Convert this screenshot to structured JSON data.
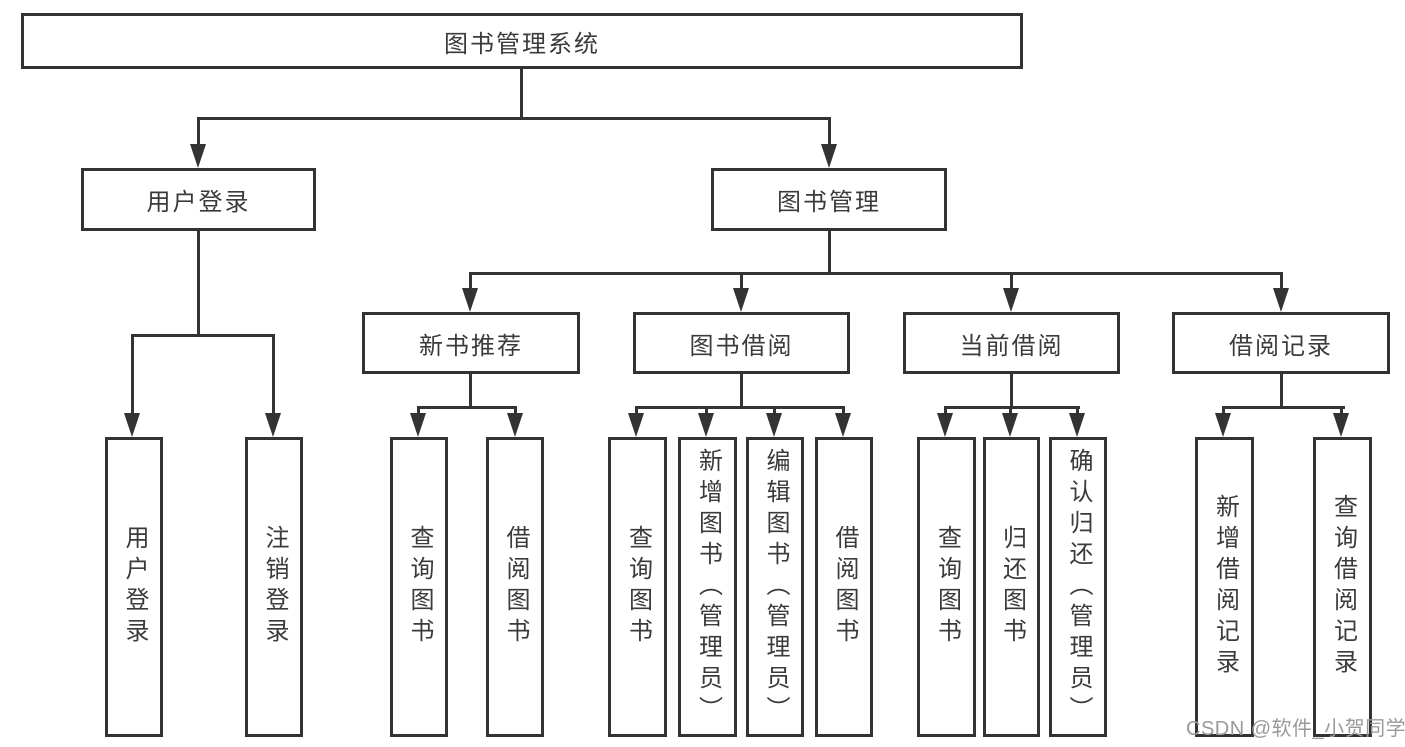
{
  "tree": {
    "root": {
      "label": "图书管理系统"
    },
    "branches": [
      {
        "label": "用户登录",
        "children": [
          {
            "label": "用户登录"
          },
          {
            "label": "注销登录"
          }
        ]
      },
      {
        "label": "图书管理",
        "children": [
          {
            "label": "新书推荐",
            "children": [
              {
                "label": "查询图书"
              },
              {
                "label": "借阅图书"
              }
            ]
          },
          {
            "label": "图书借阅",
            "children": [
              {
                "label": "查询图书"
              },
              {
                "label": "新增图书（管理员）"
              },
              {
                "label": "编辑图书（管理员）"
              },
              {
                "label": "借阅图书"
              }
            ]
          },
          {
            "label": "当前借阅",
            "children": [
              {
                "label": "查询图书"
              },
              {
                "label": "归还图书"
              },
              {
                "label": "确认归还（管理员）"
              }
            ]
          },
          {
            "label": "借阅记录",
            "children": [
              {
                "label": "新增借阅记录"
              },
              {
                "label": "查询借阅记录"
              }
            ]
          }
        ]
      }
    ]
  },
  "watermark": "CSDN @软件_小贺同学",
  "colors": {
    "line": "#333333",
    "text": "#3b3b3b",
    "background": "#ffffff",
    "watermark": "#9a9a9a"
  }
}
